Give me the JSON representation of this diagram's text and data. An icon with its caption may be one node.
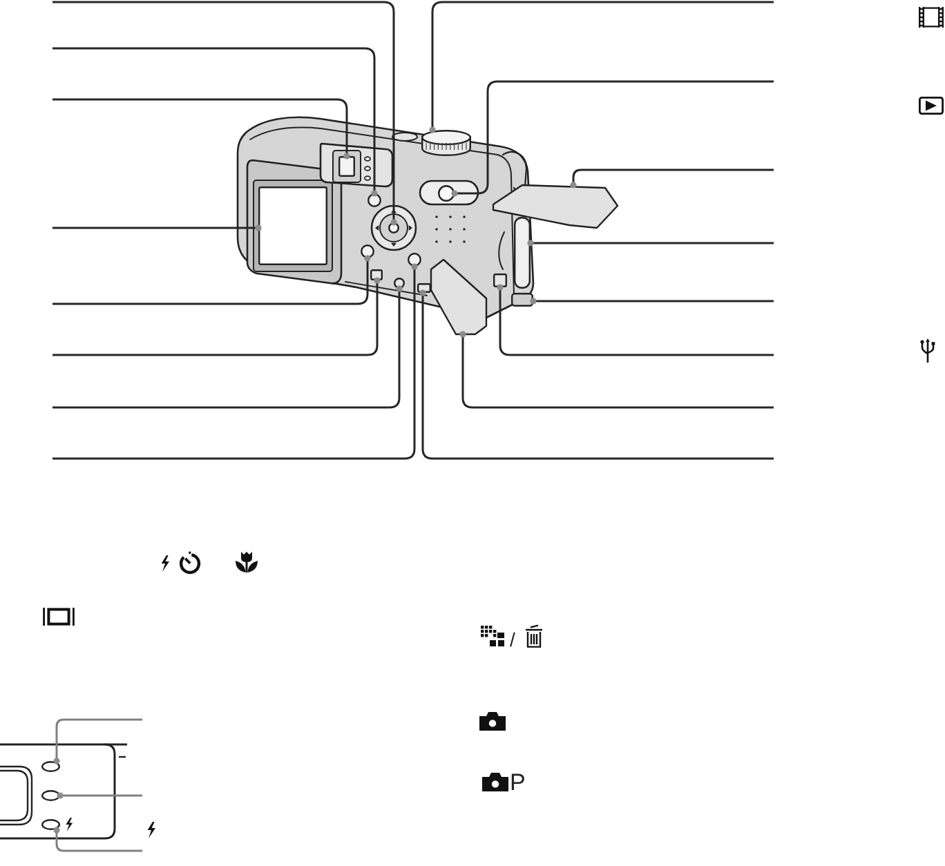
{
  "diagram": {
    "nodes": [
      {
        "text": [],
        "shape": "circle"
      },
      {
        "text": [],
        "shape": "circle"
      },
      {
        "text": [],
        "shape": "box"
      },
      {
        "text": [],
        "shape": "box"
      },
      {
        "text": [],
        "shape": "circle"
      },
      {
        "text": [],
        "shape": "box"
      },
      {
        "text": [],
        "shape": "circle"
      },
      {
        "text": [],
        "shape": "circle"
      },
      {
        "text": [],
        "shape": "cylinder"
      },
      {
        "text": [],
        "shape": "circle"
      },
      {
        "text": [],
        "shape": "box"
      },
      {
        "text": [],
        "shape": "box"
      },
      {
        "text": [],
        "shape": "box"
      },
      {
        "text": [],
        "shape": "box"
      },
      {
        "text": [],
        "shape": "box"
      },
      {
        "text": [],
        "shape": "box"
      },
      {
        "text": [],
        "shape": "circle"
      },
      {
        "text": [],
        "shape": "circle"
      },
      {
        "text": [],
        "shape": "circle"
      }
    ],
    "edges": [
      {
        "from": null,
        "to": 0,
        "arrow": "other"
      },
      {
        "from": null,
        "to": 1,
        "arrow": "other"
      },
      {
        "from": null,
        "to": 2,
        "arrow": "other"
      },
      {
        "from": null,
        "to": 3,
        "arrow": "other"
      },
      {
        "from": null,
        "to": 4,
        "arrow": "other"
      },
      {
        "from": null,
        "to": 5,
        "arrow": "other"
      },
      {
        "from": null,
        "to": 6,
        "arrow": "other"
      },
      {
        "from": null,
        "to": 7,
        "arrow": "other"
      },
      {
        "from": null,
        "to": 8,
        "arrow": "other"
      },
      {
        "from": null,
        "to": 9,
        "arrow": "other"
      },
      {
        "from": null,
        "to": 10,
        "arrow": "other"
      },
      {
        "from": null,
        "to": 11,
        "arrow": "other"
      },
      {
        "from": null,
        "to": 12,
        "arrow": "other"
      },
      {
        "from": null,
        "to": 13,
        "arrow": "other"
      },
      {
        "from": null,
        "to": 14,
        "arrow": "other"
      },
      {
        "from": null,
        "to": 15,
        "arrow": "other"
      },
      {
        "from": null,
        "to": 16,
        "arrow": "other",
        "color": "#808080"
      },
      {
        "from": null,
        "to": 17,
        "arrow": "other",
        "color": "#808080"
      },
      {
        "from": null,
        "to": 18,
        "arrow": "other",
        "color": "#808080"
      }
    ],
    "labels": [
      "/",
      "P"
    ]
  }
}
